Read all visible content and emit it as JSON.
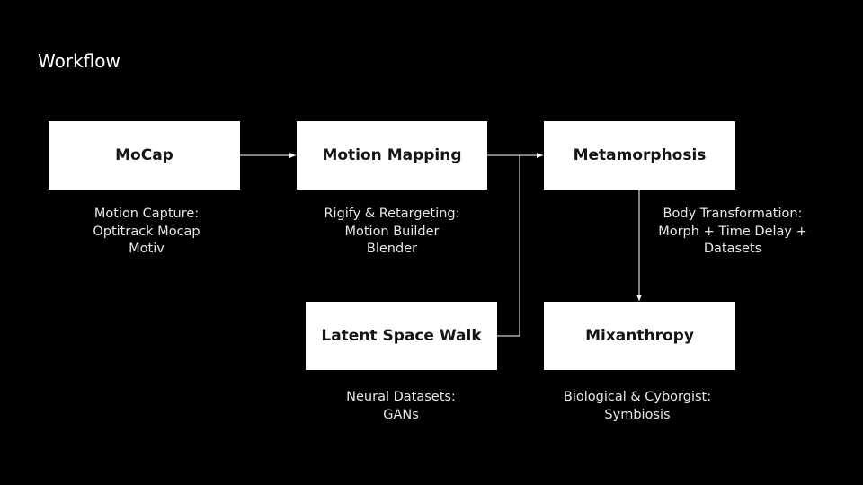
{
  "slide": {
    "title": "Workflow"
  },
  "nodes": {
    "mocap": {
      "label": "MoCap",
      "caption": [
        "Motion Capture:",
        "Optitrack Mocap",
        "Motiv"
      ]
    },
    "motion_mapping": {
      "label": "Motion Mapping",
      "caption": [
        "Rigify & Retargeting:",
        "Motion Builder",
        "Blender"
      ]
    },
    "metamorphosis": {
      "label": "Metamorphosis",
      "caption": [
        "Body Transformation:",
        "Morph + Time Delay +",
        "Datasets"
      ]
    },
    "latent_space_walk": {
      "label": "Latent Space Walk",
      "caption": [
        "Neural Datasets:",
        "GANs"
      ]
    },
    "mixanthropy": {
      "label": "Mixanthropy",
      "caption": [
        "Biological & Cyborgist:",
        "Symbiosis"
      ]
    }
  },
  "edges": [
    {
      "from": "MoCap",
      "to": "Motion Mapping"
    },
    {
      "from": "Motion Mapping",
      "to": "Metamorphosis"
    },
    {
      "from": "Latent Space Walk",
      "to": "Metamorphosis"
    },
    {
      "from": "Metamorphosis",
      "to": "Mixanthropy"
    }
  ],
  "colors": {
    "background": "#000000",
    "box_fill": "#ffffff",
    "box_text": "#161616",
    "caption_text": "#e8e8e8",
    "connector": "#ffffff"
  }
}
